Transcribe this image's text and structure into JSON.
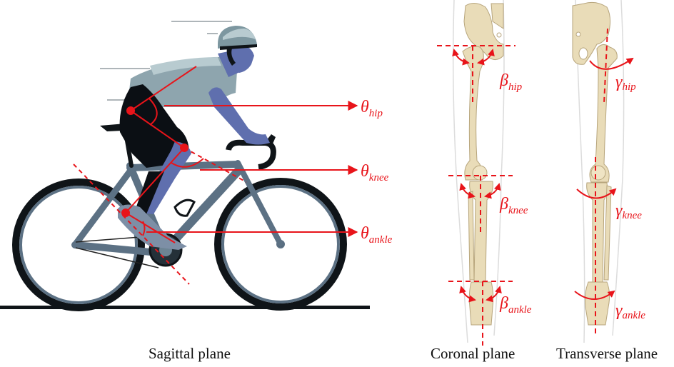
{
  "figure": {
    "panels": [
      {
        "id": "sagittal",
        "caption": "Sagittal plane",
        "angles": [
          {
            "symbol": "θ",
            "subscript": "hip"
          },
          {
            "symbol": "θ",
            "subscript": "knee"
          },
          {
            "symbol": "θ",
            "subscript": "ankle"
          }
        ]
      },
      {
        "id": "coronal",
        "caption": "Coronal plane",
        "angles": [
          {
            "symbol": "β",
            "subscript": "hip"
          },
          {
            "symbol": "β",
            "subscript": "knee"
          },
          {
            "symbol": "β",
            "subscript": "ankle"
          }
        ]
      },
      {
        "id": "transverse",
        "caption": "Transverse plane",
        "angles": [
          {
            "symbol": "γ",
            "subscript": "hip"
          },
          {
            "symbol": "γ",
            "subscript": "knee"
          },
          {
            "symbol": "γ",
            "subscript": "ankle"
          }
        ]
      }
    ],
    "colors": {
      "annotation": "#e8141a",
      "bike_frame": "#5c7184",
      "tire": "#0f1418",
      "skin": "#5f6fae",
      "shirt": "#8ea5ae",
      "shorts": "#0b0f14",
      "bone": "#e9dcb8",
      "bone_outline": "#b7a57c"
    }
  }
}
